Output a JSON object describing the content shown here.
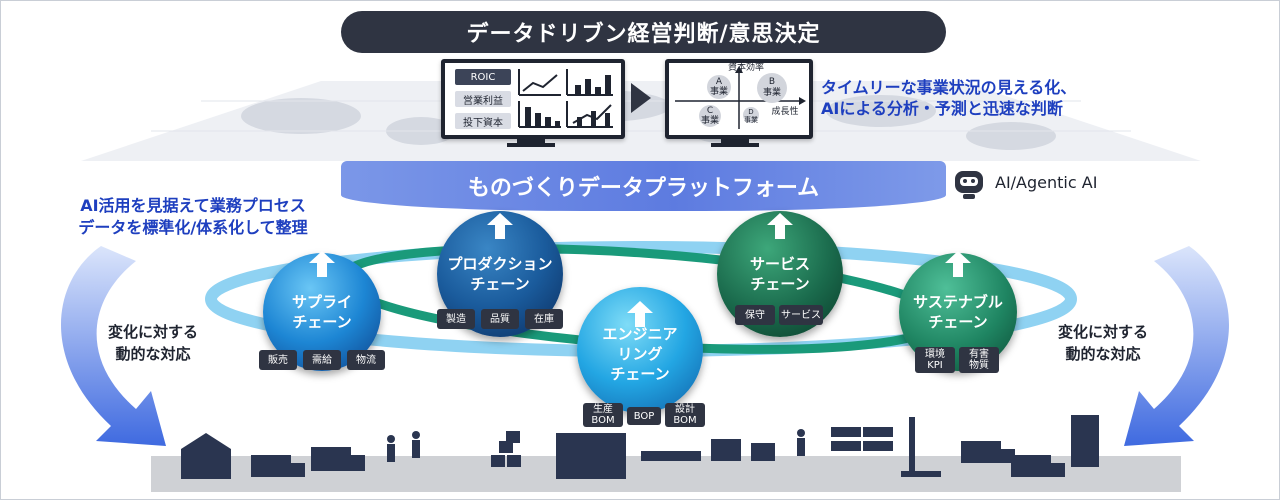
{
  "title": "データドリブン経営判断/意思決定",
  "left_monitor": {
    "kpis": [
      "ROIC",
      "営業利益",
      "投下資本"
    ]
  },
  "right_monitor": {
    "axis_y": "資本効率",
    "axis_x": "成長性",
    "bubbles": [
      {
        "letter": "A",
        "label": "事業"
      },
      {
        "letter": "B",
        "label": "事業"
      },
      {
        "letter": "C",
        "label": "事業"
      },
      {
        "letter": "D",
        "label": "事業"
      }
    ]
  },
  "top_right_callout": [
    "タイムリーな事業状況の見える化、",
    "AIによる分析・予測と迅速な判断"
  ],
  "platform_label": "ものづくりデータプラットフォーム",
  "ai_label": "AI/Agentic AI",
  "left_callout": [
    "AI活用を見据えて業務プロセス",
    "データを標準化/体系化して整理"
  ],
  "left_side_label": [
    "変化に対する",
    "動的な対応"
  ],
  "right_side_label": [
    "変化に対する",
    "動的な対応"
  ],
  "chains": {
    "supply": {
      "label": [
        "サプライ",
        "チェーン"
      ],
      "tags": [
        "販売",
        "需給",
        "物流"
      ]
    },
    "production": {
      "label": [
        "プロダクション",
        "チェーン"
      ],
      "tags": [
        "製造",
        "品質",
        "在庫"
      ]
    },
    "engineering": {
      "label": [
        "エンジニア",
        "リング",
        "チェーン"
      ],
      "tags": [
        [
          "生産",
          "BOM"
        ],
        [
          "BOP"
        ],
        [
          "設計",
          "BOM"
        ]
      ]
    },
    "service": {
      "label": [
        "サービス",
        "チェーン"
      ],
      "tags": [
        "保守",
        "サービス"
      ]
    },
    "sustainable": {
      "label": [
        "サステナブル",
        "チェーン"
      ],
      "tags": [
        [
          "環境",
          "KPI"
        ],
        [
          "有害",
          "物質"
        ]
      ]
    }
  },
  "colors": {
    "title_bg": "#2f3442",
    "accent_blue": "#1e3fbf",
    "platform": "#5d7be0",
    "ring_blue": "#1f8fd9",
    "ring_green": "#1a9a7a"
  }
}
